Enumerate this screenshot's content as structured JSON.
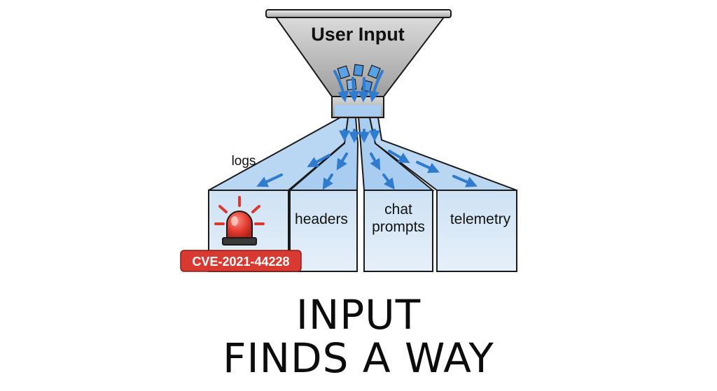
{
  "funnel": {
    "title": "User Input"
  },
  "side_label": "logs",
  "channels": [
    {
      "name": "logs",
      "label_lines": []
    },
    {
      "name": "headers",
      "label_lines": [
        "headers"
      ]
    },
    {
      "name": "chat-prompts",
      "label_lines": [
        "chat",
        "prompts"
      ]
    },
    {
      "name": "telemetry",
      "label_lines": [
        "telemetry"
      ]
    }
  ],
  "alert": {
    "cve_id": "CVE-2021-44228",
    "icon": "siren-icon"
  },
  "headline": {
    "line1": "INPUT",
    "line2": "FINDS A WAY"
  },
  "colors": {
    "funnel_gray": "#b5b5b5",
    "column_fill": "#d7e7f6",
    "column_stroke": "#1a1a1a",
    "arrow_blue": "#3d86d6",
    "alert_red": "#d83a31"
  }
}
